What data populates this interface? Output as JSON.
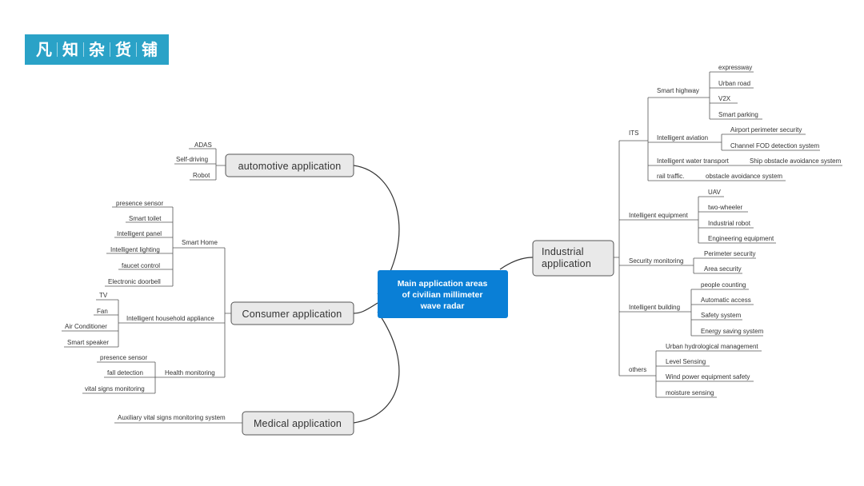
{
  "logo": {
    "chars": [
      "凡",
      "知",
      "杂",
      "货",
      "铺"
    ]
  },
  "center": {
    "lines": [
      "Main application areas",
      "of civilian millimeter",
      "wave radar"
    ],
    "color": "#0a7fd6"
  },
  "branches": {
    "automotive": {
      "label": "automotive  application",
      "leaves": [
        "ADAS",
        "Self-driving",
        "Robot"
      ]
    },
    "consumer": {
      "label": "Consumer  application",
      "groups": [
        {
          "label": "Smart Home",
          "leaves": [
            "presence sensor",
            "Smart toilet",
            "Intelligent panel",
            "Intelligent lighting",
            "faucet control",
            "Electronic doorbell"
          ]
        },
        {
          "label": "Intelligent household appliance",
          "leaves": [
            "TV",
            "Fan",
            "Air Conditioner",
            "Smart speaker"
          ]
        },
        {
          "label": "Health monitoring",
          "leaves": [
            "presence sensor",
            "fall detection",
            "vital signs monitoring"
          ]
        }
      ]
    },
    "medical": {
      "label": "Medical  application",
      "leaves": [
        "Auxiliary vital signs monitoring system"
      ]
    },
    "industrial": {
      "label_lines": [
        "Industrial",
        "application"
      ],
      "groups": [
        {
          "label": "ITS",
          "subgroups": [
            {
              "label": "Smart highway",
              "leaves": [
                "expressway",
                "Urban road",
                "V2X",
                "Smart parking"
              ]
            },
            {
              "label": "Intelligent  aviation",
              "leaves": [
                "Airport perimeter security",
                "Channel FOD detection system"
              ]
            },
            {
              "label": "Intelligent water transport",
              "leaves": [
                "Ship obstacle avoidance system"
              ]
            },
            {
              "label": "rail traffic.",
              "leaves": [
                "obstacle avoidance system"
              ]
            }
          ]
        },
        {
          "label": "Intelligent equipment",
          "leaves": [
            "UAV",
            "two-wheeler",
            "Industrial robot",
            "Engineering equipment"
          ]
        },
        {
          "label": "Security monitoring",
          "leaves": [
            "Perimeter security",
            "Area security"
          ]
        },
        {
          "label": "Intelligent building",
          "leaves": [
            "people counting",
            "Automatic access",
            "Safety system",
            "Energy saving system"
          ]
        },
        {
          "label": "others",
          "leaves": [
            "Urban hydrological management",
            "Level Sensing",
            "Wind power equipment safety",
            "moisture sensing"
          ]
        }
      ]
    }
  }
}
